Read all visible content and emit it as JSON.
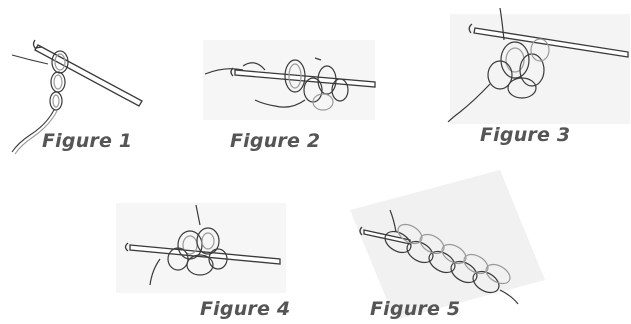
{
  "figures": [
    {
      "id": "figure-1",
      "caption": "Figure 1"
    },
    {
      "id": "figure-2",
      "caption": "Figure 2"
    },
    {
      "id": "figure-3",
      "caption": "Figure 3"
    },
    {
      "id": "figure-4",
      "caption": "Figure 4"
    },
    {
      "id": "figure-5",
      "caption": "Figure 5"
    }
  ],
  "colors": {
    "ink": "#3a3a3a",
    "yarn_shade": "#9a9a9a",
    "caption": "#555555",
    "paper_shade": "#f1f1f1"
  }
}
